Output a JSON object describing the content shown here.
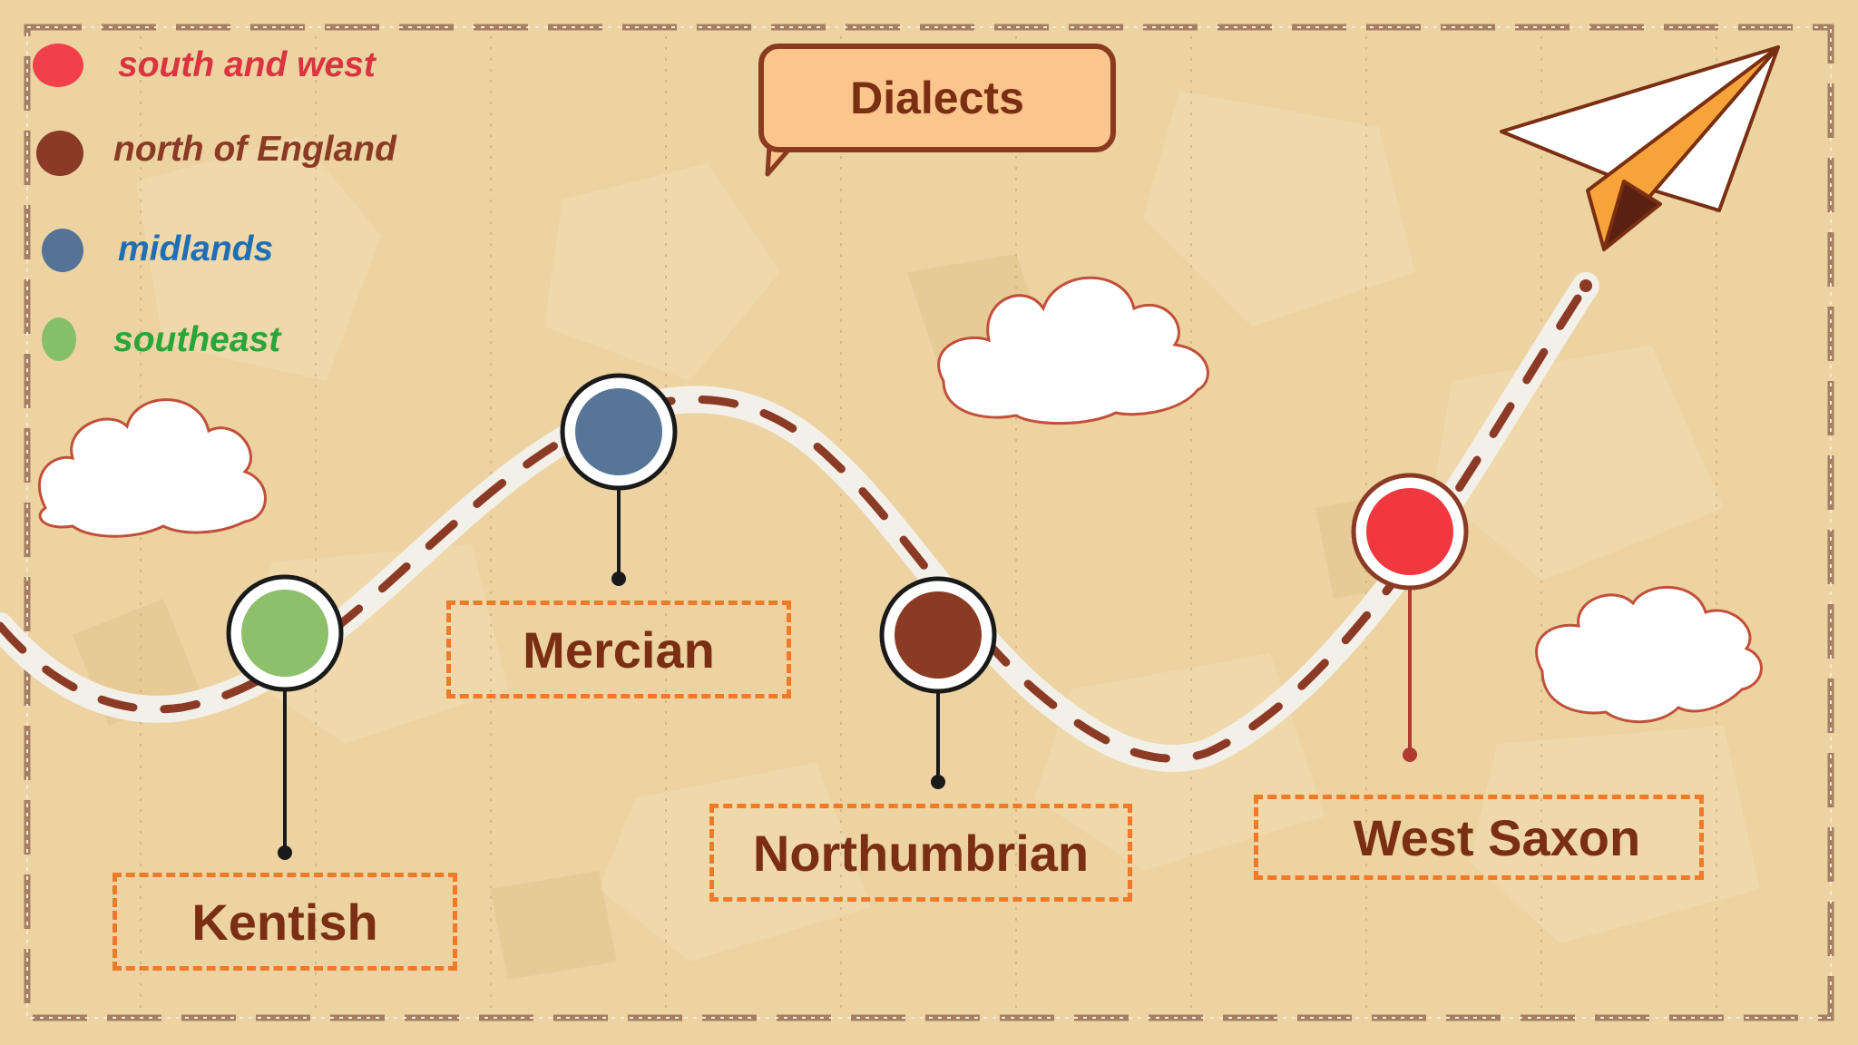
{
  "title": "Dialects",
  "legend": [
    {
      "label": "south and west",
      "dot_color": "#f2404a",
      "text_color": "#d9343f"
    },
    {
      "label": "north of England",
      "dot_color": "#8a3a25",
      "text_color": "#8a3a25"
    },
    {
      "label": "midlands",
      "dot_color": "#557396",
      "text_color": "#1f6fb5"
    },
    {
      "label": "southeast",
      "dot_color": "#86bf6a",
      "text_color": "#2aa53a"
    }
  ],
  "dialects": [
    {
      "name": "Kentish",
      "color": "#8cc06a"
    },
    {
      "name": "Mercian",
      "color": "#577697"
    },
    {
      "name": "Northumbrian",
      "color": "#8b3a24"
    },
    {
      "name": "West Saxon",
      "color": "#f2383f"
    }
  ],
  "colors": {
    "background": "#ecd3a1",
    "path_stroke": "#f3efe9",
    "path_dash": "#8b3a25",
    "label_border": "#f07a28",
    "label_text": "#7a2e12"
  },
  "icons": [
    "paper-plane-icon",
    "cloud-icon"
  ]
}
